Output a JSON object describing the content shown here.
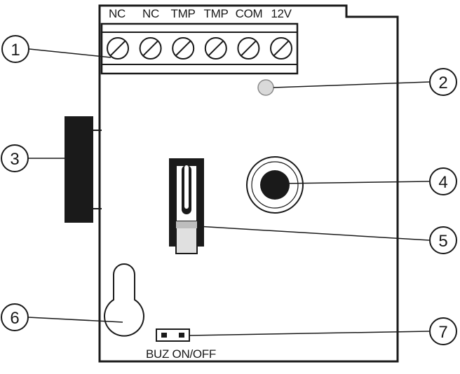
{
  "terminal_block": {
    "labels": [
      "NC",
      "NC",
      "TMP",
      "TMP",
      "COM",
      "12V"
    ]
  },
  "callouts": [
    {
      "number": "1",
      "target": "terminal-block"
    },
    {
      "number": "2",
      "target": "led-indicator"
    },
    {
      "number": "3",
      "target": "side-mount-bracket"
    },
    {
      "number": "4",
      "target": "round-sensor"
    },
    {
      "number": "5",
      "target": "tamper-switch"
    },
    {
      "number": "6",
      "target": "keyhole-mounting-slot"
    },
    {
      "number": "7",
      "target": "buzzer-jumper"
    }
  ],
  "jumper": {
    "label": "BUZ ON/OFF"
  },
  "colors": {
    "line": "#1a1a1a",
    "led": "#d9d9d9",
    "fill": "#ffffff"
  }
}
